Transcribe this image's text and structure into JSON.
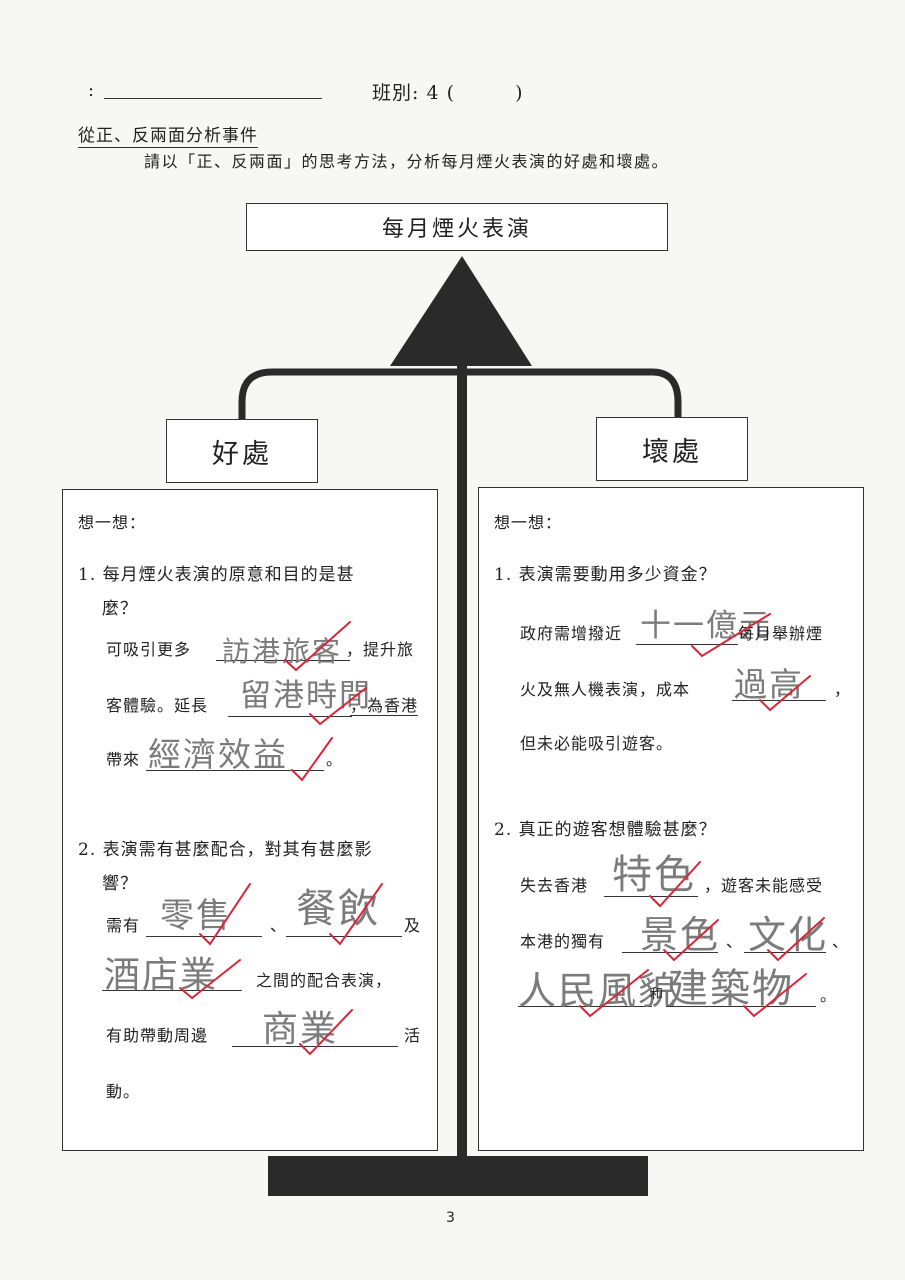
{
  "header": {
    "name_label": ":",
    "class_label": "班別: 4 (",
    "class_close": ")"
  },
  "section_title": "從正、反兩面分析事件",
  "instruction": "請以「正、反兩面」的思考方法，分析每月煙火表演的好處和壞處。",
  "topic": "每月煙火表演",
  "good": {
    "label": "好處",
    "think": "想一想：",
    "q1_line1": "1. 每月煙火表演的原意和目的是甚",
    "q1_line2": "麼？",
    "q1_a_pre": "可吸引更多",
    "q1_a_hw1": "訪港旅客",
    "q1_a_post": "，提升旅",
    "q1_b_pre": "客體驗。延長",
    "q1_b_hw": "留港時間",
    "q1_b_post": "，為香港",
    "q1_c_pre": "帶來",
    "q1_c_hw": "經濟效益",
    "q1_c_post": "。",
    "q2_line1": "2. 表演需有甚麼配合，對其有甚麼影",
    "q2_line2": "響？",
    "q2_a_pre": "需有",
    "q2_a_hw1": "零售",
    "q2_a_sep": "、",
    "q2_a_hw2": "餐飲",
    "q2_a_post": "及",
    "q2_b_hw": "酒店業",
    "q2_b_post": "之間的配合表演，",
    "q2_c_pre": "有助帶動周邊",
    "q2_c_hw": "商業",
    "q2_c_post": "活",
    "q2_d": "動。"
  },
  "bad": {
    "label": "壞處",
    "think": "想一想：",
    "q1_line1": "1. 表演需要動用多少資金？",
    "q1_a_pre": "政府需增撥近",
    "q1_a_hw": "十一億元",
    "q1_a_post": "每月舉辦煙",
    "q1_b_pre": "火及無人機表演，成本",
    "q1_b_hw": "過高",
    "q1_b_post": "，",
    "q1_c": "但未必能吸引遊客。",
    "q2_line1": "2. 真正的遊客想體驗甚麼？",
    "q2_a_pre": "失去香港",
    "q2_a_hw": "特色",
    "q2_a_post": "，遊客未能感受",
    "q2_b_pre": "本港的獨有",
    "q2_b_hw1": "景色",
    "q2_b_sep1": "、",
    "q2_b_hw2": "文化",
    "q2_b_sep2": "、",
    "q2_c_hw1": "人民風貌",
    "q2_c_and": "和",
    "q2_c_hw2": "建築物",
    "q2_c_post": "。"
  },
  "page_number": "3",
  "colors": {
    "ink": "#222222",
    "pencil": "#7b7b7b",
    "tick": "#d8263a",
    "balance": "#2a2a2a"
  }
}
